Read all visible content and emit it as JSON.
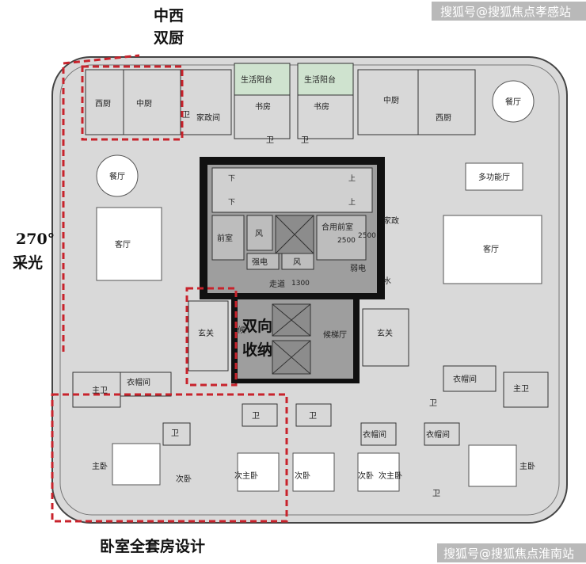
{
  "watermarks": {
    "top": "搜狐号@搜狐焦点孝感站",
    "bottom": "搜狐号@搜狐焦点淮南站"
  },
  "annotations": {
    "kitchen_line1": "中西",
    "kitchen_line2": "双厨",
    "light_line1": "270°",
    "light_line2": "采光",
    "storage_line1": "双向",
    "storage_line2": "收纳",
    "suite": "卧室全套房设计"
  },
  "rooms": {
    "west_kitchen": "西厨",
    "chinese_kitchen": "中厨",
    "housekeeping": "家政间",
    "balcony_left": "生活阳台",
    "balcony_right": "生活阳台",
    "study_left": "书房",
    "study_right": "书房",
    "chinese_kitchen_r": "中厨",
    "west_kitchen_r": "西厨",
    "dining_r": "餐厅",
    "dining_l": "餐厅",
    "multi_hall": "多功能厅",
    "living_l": "客厅",
    "living_r": "客厅",
    "front_room": "前室",
    "wind1": "风",
    "wind2": "风",
    "strong_elec": "强电",
    "weak_elec": "弱电",
    "water": "水",
    "shared_front": "合用前室",
    "housekeeping2": "家政",
    "corridor": "走道",
    "dim_2500a": "2500",
    "dim_2500b": "2500",
    "dim_1300": "1300",
    "entrance_l": "玄关",
    "entrance_r": "玄关",
    "lift_hall": "候梯厅",
    "wait_hall": "候",
    "bath_master_l": "主卫",
    "bath_master_r": "主卫",
    "cloak_l": "衣帽间",
    "cloak_r": "衣帽间",
    "cloak_m1": "衣帽间",
    "cloak_m2": "衣帽间",
    "master_l": "主卧",
    "second_l": "次卧",
    "second_master_l": "次主卧",
    "second_m": "次卧",
    "second_master_r": "次主卧",
    "second_r": "次卧",
    "master_r": "主卧",
    "bath_a": "卫",
    "bath_b": "卫",
    "bath_c": "卫",
    "bath_d": "卫",
    "bath_e": "卫",
    "bath_f": "卫",
    "bath_g": "卫",
    "bath_h": "卫",
    "stair_down1": "下",
    "stair_up1": "上",
    "stair_down2": "下",
    "stair_up2": "上"
  },
  "colors": {
    "highlight_dash": "#c8232c",
    "balcony": "#cfe3cf",
    "core": "#9e9e9e",
    "floor": "#d9d9d9",
    "watermark_bg": "#b9b9b9"
  }
}
